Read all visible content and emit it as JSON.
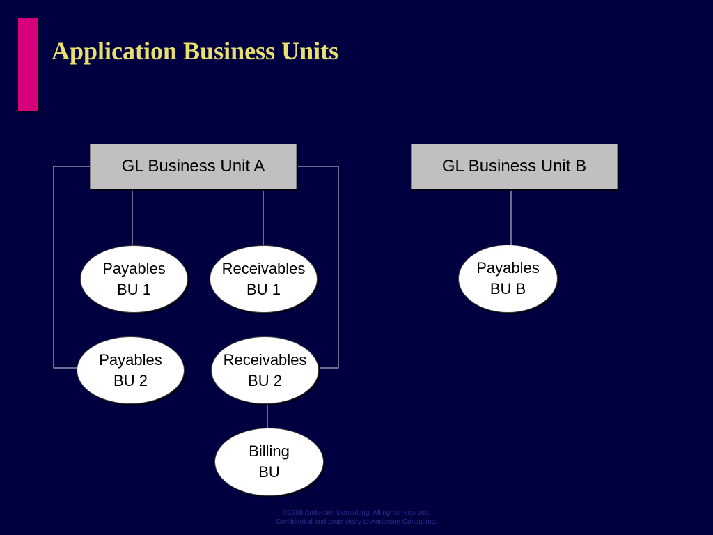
{
  "slide": {
    "title": "Application Business Units",
    "accent_color": "#d6007a",
    "title_color": "#e8e06c",
    "background_color": "#000040"
  },
  "gl_units": [
    {
      "label": "GL Business Unit A"
    },
    {
      "label": "GL Business Unit B"
    }
  ],
  "business_units": [
    {
      "line1": "Payables",
      "line2": "BU 1"
    },
    {
      "line1": "Receivables",
      "line2": "BU 1"
    },
    {
      "line1": "Payables",
      "line2": "BU 2"
    },
    {
      "line1": "Receivables",
      "line2": "BU 2"
    },
    {
      "line1": "Billing",
      "line2": "BU"
    },
    {
      "line1": "Payables",
      "line2": "BU B"
    }
  ],
  "footer": {
    "line1": "©1998 Andersen Consulting. All rights reserved.",
    "line2": "Confidential and proprietary to Andersen Consulting."
  }
}
